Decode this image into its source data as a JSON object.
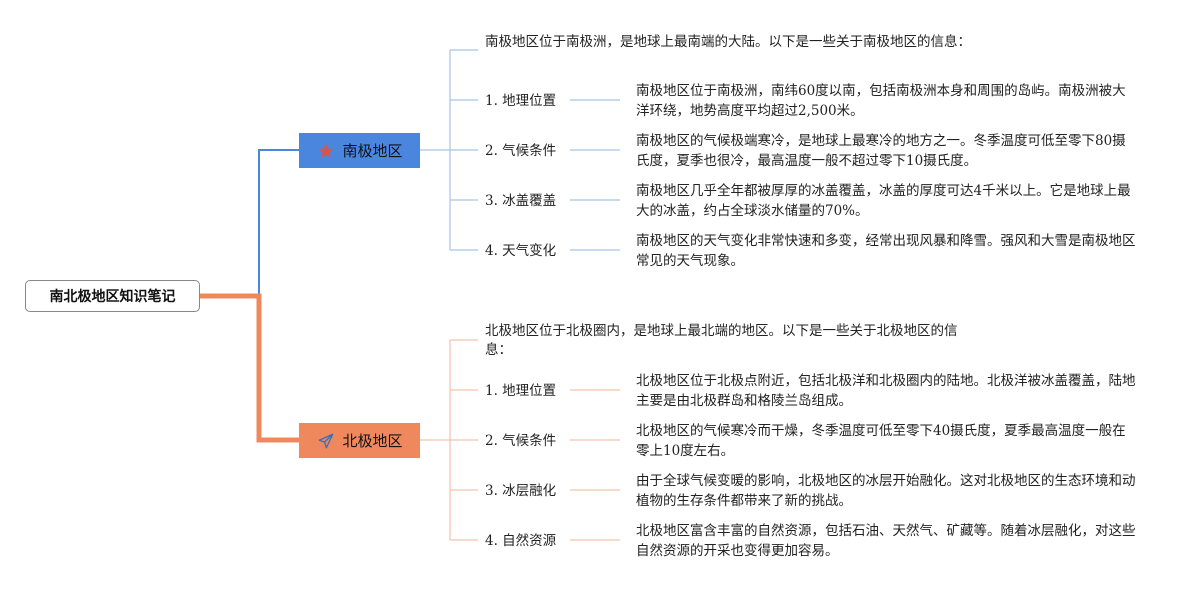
{
  "root": {
    "label": "南北极地区知识笔记"
  },
  "colors": {
    "south": "#4a86de",
    "north": "#f0885e",
    "south_line": "#a9c4e3",
    "north_line": "#f2c3ad"
  },
  "branches": [
    {
      "label": "南极地区",
      "icon": "star-icon",
      "intro": "南极地区位于南极洲，是地球上最南端的大陆。以下是一些关于南极地区的信息：",
      "items": [
        {
          "label": "1. 地理位置",
          "detail": "南极地区位于南极洲，南纬60度以南，包括南极洲本身和周围的岛屿。南极洲被大洋环绕，地势高度平均超过2,500米。"
        },
        {
          "label": "2. 气候条件",
          "detail": "南极地区的气候极端寒冷，是地球上最寒冷的地方之一。冬季温度可低至零下80摄氏度，夏季也很冷，最高温度一般不超过零下10摄氏度。"
        },
        {
          "label": "3. 冰盖覆盖",
          "detail": "南极地区几乎全年都被厚厚的冰盖覆盖，冰盖的厚度可达4千米以上。它是地球上最大的冰盖，约占全球淡水储量的70%。"
        },
        {
          "label": "4. 天气变化",
          "detail": "南极地区的天气变化非常快速和多变，经常出现风暴和降雪。强风和大雪是南极地区常见的天气现象。"
        }
      ]
    },
    {
      "label": "北极地区",
      "icon": "paper-plane-icon",
      "intro": "北极地区位于北极圈内，是地球上最北端的地区。以下是一些关于北极地区的信息：",
      "items": [
        {
          "label": "1. 地理位置",
          "detail": "北极地区位于北极点附近，包括北极洋和北极圈内的陆地。北极洋被冰盖覆盖，陆地主要是由北极群岛和格陵兰岛组成。"
        },
        {
          "label": "2. 气候条件",
          "detail": "北极地区的气候寒冷而干燥，冬季温度可低至零下40摄氏度，夏季最高温度一般在零上10度左右。"
        },
        {
          "label": "3. 冰层融化",
          "detail": "由于全球气候变暖的影响，北极地区的冰层开始融化。这对北极地区的生态环境和动植物的生存条件都带来了新的挑战。"
        },
        {
          "label": "4. 自然资源",
          "detail": "北极地区富含丰富的自然资源，包括石油、天然气、矿藏等。随着冰层融化，对这些自然资源的开采也变得更加容易。"
        }
      ]
    }
  ]
}
